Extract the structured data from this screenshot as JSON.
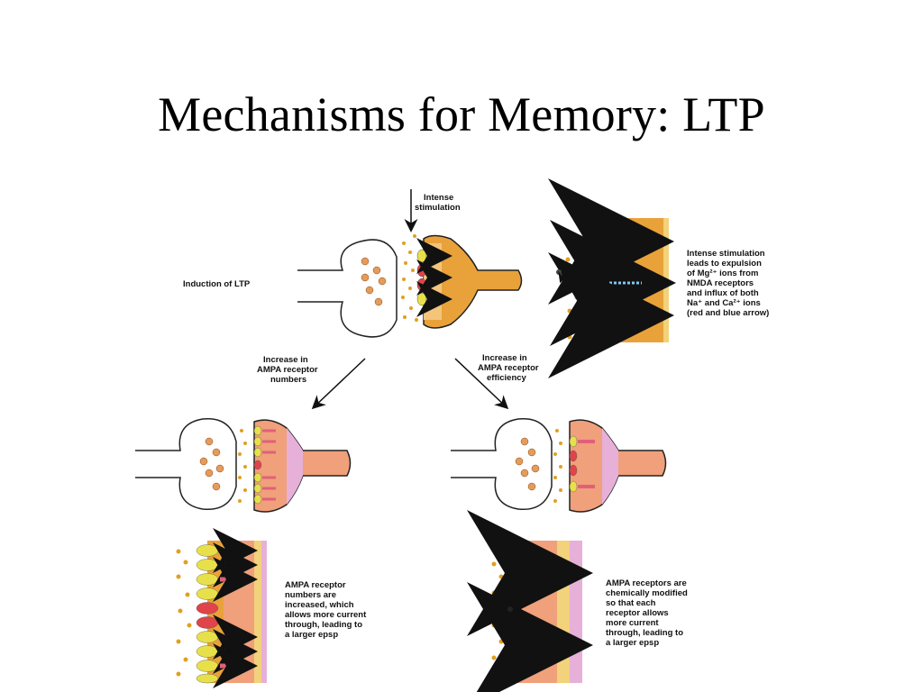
{
  "slide": {
    "title": "Mechanisms for Memory: LTP"
  },
  "labels": {
    "intense_stimulation": [
      "Intense",
      "stimulation"
    ],
    "induction": "Induction of LTP",
    "increase_numbers": [
      "Increase in",
      "AMPA receptor",
      "numbers"
    ],
    "increase_efficiency": [
      "Increase in",
      "AMPA receptor",
      "efficiency"
    ],
    "nmda_caption": [
      "Intense stimulation",
      "leads to expulsion",
      "of Mg²⁺ ions from",
      "NMDA receptors",
      "and influx of both",
      "Na⁺ and Ca²⁺ ions",
      "(red and blue arrow)"
    ],
    "numbers_caption": [
      "AMPA receptor",
      "numbers are",
      "increased, which",
      "allows more current",
      "through, leading to",
      "a larger epsp"
    ],
    "efficiency_caption": [
      "AMPA receptors are",
      "chemically modified",
      "so that each",
      "receptor allows",
      "more current",
      "through, leading to",
      "a larger epsp"
    ]
  },
  "colors": {
    "spine_orange": "#e9a23a",
    "spine_light": "#f3c47a",
    "spine_pink": "#f0a07a",
    "membrane_yellow": "#f2d27a",
    "membrane_pink": "#e6b0d8",
    "ampa_receptor": "#e8e04a",
    "nmda_receptor": "#e0434a",
    "arrow_pink": "#e0607a",
    "ion_blue": "#7ec8f0",
    "vesicle_orange": "#e59b5a",
    "transmitter_dot": "#e0a020"
  }
}
